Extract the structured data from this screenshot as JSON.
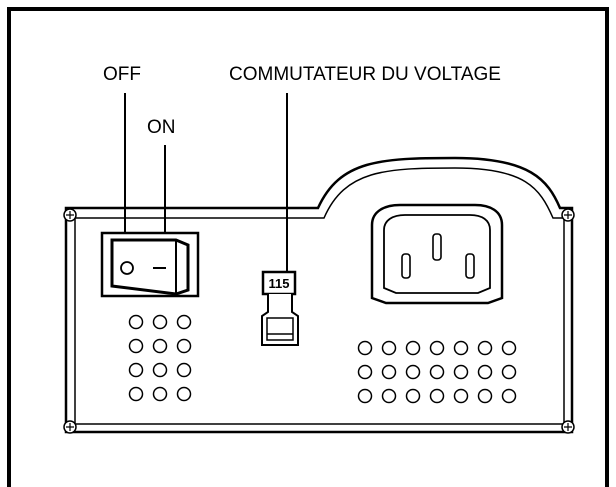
{
  "labels": {
    "off": "OFF",
    "on": "ON",
    "voltage_switch": "COMMUTATEUR DU VOLTAGE",
    "voltage_value": "115"
  },
  "colors": {
    "line": "#000000",
    "background": "#ffffff"
  }
}
